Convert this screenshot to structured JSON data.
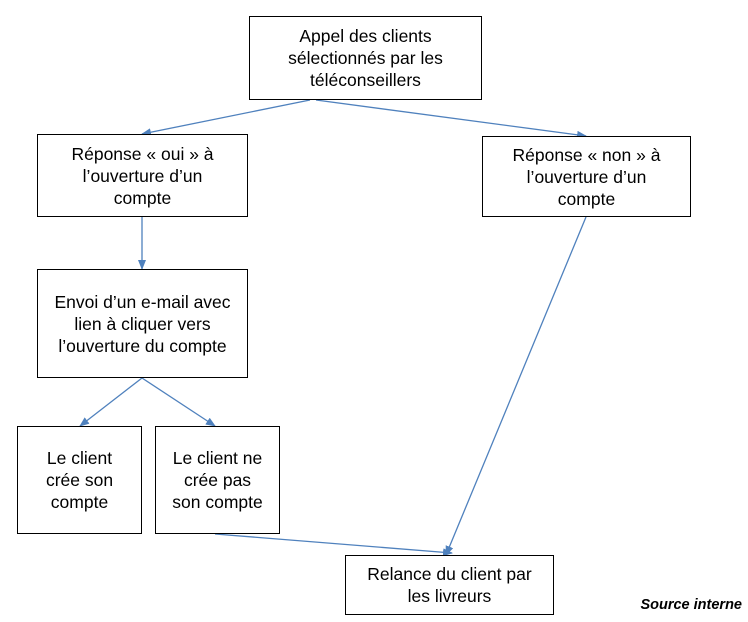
{
  "nodes": {
    "call": {
      "text": "Appel des clients sélectionnés par les téléconseillers"
    },
    "yes": {
      "text": "Réponse « oui » à l’ouverture d’un compte"
    },
    "no": {
      "text": "Réponse « non » à l’ouverture d’un compte"
    },
    "email": {
      "text": "Envoi d’un e-mail avec lien à cliquer vers l’ouverture du compte"
    },
    "created": {
      "text": "Le client crée son compte"
    },
    "not_created": {
      "text": "Le client ne crée pas son compte"
    },
    "reminder": {
      "text": "Relance du client par les livreurs"
    }
  },
  "source_note": "Source interne",
  "colors": {
    "arrow": "#4f81bd",
    "border": "#000000"
  }
}
